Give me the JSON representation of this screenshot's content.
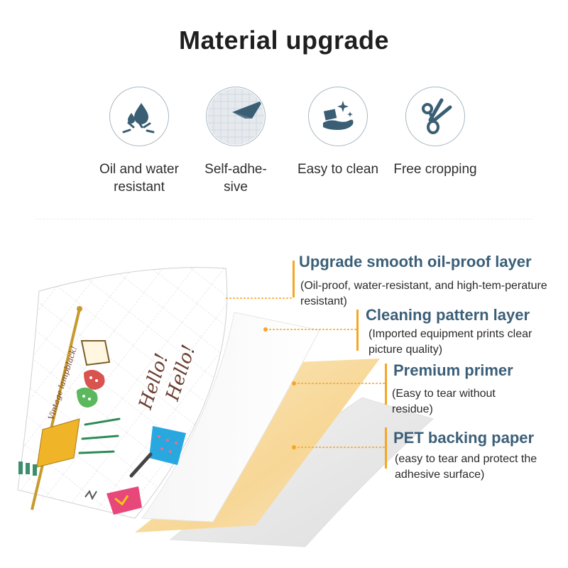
{
  "header": {
    "title": "Material upgrade"
  },
  "features": [
    {
      "icon": "water-drop-icon",
      "label": "Oil and water resistant"
    },
    {
      "icon": "adhesive-peel-icon",
      "label": "Self-adhe-sive"
    },
    {
      "icon": "cleaning-hand-icon",
      "label": "Easy to clean"
    },
    {
      "icon": "scissors-icon",
      "label": "Free cropping"
    }
  ],
  "layers": [
    {
      "title": "Upgrade smooth oil-proof layer",
      "description": "(Oil-proof, water-resistant, and high-tem-perature resistant)"
    },
    {
      "title": "Cleaning pattern layer",
      "description": "(Imported equipment prints clear picture quality)"
    },
    {
      "title": "Premium primer",
      "description": "(Easy to tear without residue)"
    },
    {
      "title": "PET backing paper",
      "description": "(easy to tear and protect the adhesive surface)"
    }
  ],
  "illustration": {
    "hello_text_1": "Hello!",
    "hello_text_2": "Hello!",
    "script_text": "Vintage lampblack!"
  },
  "colors": {
    "accent": "#f5a623",
    "layer_title": "#3b5f78",
    "icon": "#3a5e74",
    "icon_border": "#aab8c2"
  }
}
